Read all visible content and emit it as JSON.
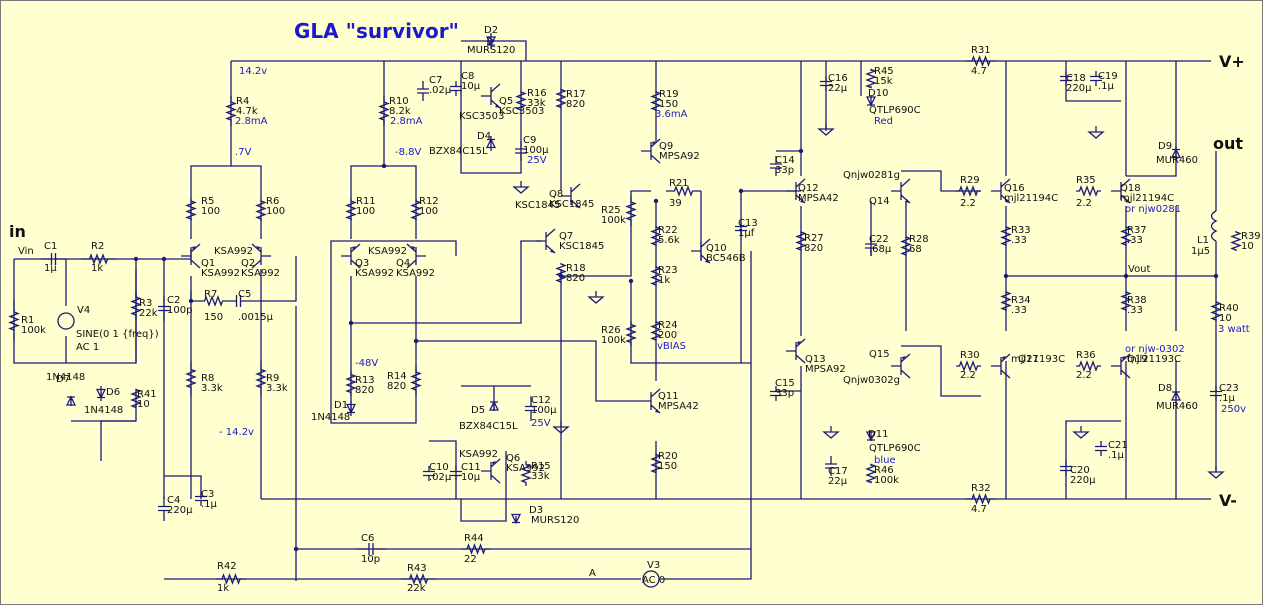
{
  "title": "GLA \"survivor\"",
  "ports": {
    "in": "in",
    "out": "out",
    "vplus": "V+",
    "vminus": "V-",
    "vin": "Vin",
    "vout": "Vout",
    "vbias": "vBIAS",
    "node_a": "A"
  },
  "voltages": {
    "v14": "14.2v",
    "v07": ".7V",
    "vn88": "-8.8V",
    "vn48": "-48V",
    "vn142": "- 14.2v",
    "ma28a": "2.8mA",
    "ma28b": "2.8mA",
    "ma36": "3.6mA"
  },
  "notes": {
    "red": "Red",
    "blue": "blue",
    "or281": "or njw0281",
    "or302": "or njw-0302",
    "watt": "3 watt",
    "v250": "250v"
  },
  "parts": [
    {
      "ref": "C1",
      "val": "1µ"
    },
    {
      "ref": "R2",
      "val": "1k"
    },
    {
      "ref": "R1",
      "val": "100k"
    },
    {
      "ref": "V4",
      "val": "SINE(0 1 {freq})"
    },
    {
      "ref": "V4b",
      "val": "AC 1"
    },
    {
      "ref": "R3",
      "val": "22k"
    },
    {
      "ref": "C2",
      "val": "100p"
    },
    {
      "ref": "R7",
      "val": "150"
    },
    {
      "ref": "C5",
      "val": ".0015µ"
    },
    {
      "ref": "R4",
      "val": "4.7k"
    },
    {
      "ref": "R5",
      "val": "100"
    },
    {
      "ref": "R6",
      "val": "100"
    },
    {
      "ref": "Q1",
      "val": "KSA992"
    },
    {
      "ref": "Q2",
      "val": "KSA992"
    },
    {
      "ref": "R8",
      "val": "3.3k"
    },
    {
      "ref": "R9",
      "val": "3.3k"
    },
    {
      "ref": "D7",
      "val": "1N4148"
    },
    {
      "ref": "D6",
      "val": "1N4148"
    },
    {
      "ref": "R41",
      "val": "10"
    },
    {
      "ref": "C4",
      "val": "220µ"
    },
    {
      "ref": "C3",
      "val": ".1µ"
    },
    {
      "ref": "R42",
      "val": "1k"
    },
    {
      "ref": "R10",
      "val": "8.2k"
    },
    {
      "ref": "R11",
      "val": "100"
    },
    {
      "ref": "R12",
      "val": "100"
    },
    {
      "ref": "Q3",
      "val": "KSA992"
    },
    {
      "ref": "Q4",
      "val": "KSA992"
    },
    {
      "ref": "R13",
      "val": "820"
    },
    {
      "ref": "R14",
      "val": "820"
    },
    {
      "ref": "D1",
      "val": "1N4148"
    },
    {
      "ref": "C7",
      "val": ".02µ"
    },
    {
      "ref": "C8",
      "val": "10µ"
    },
    {
      "ref": "D2",
      "val": "MURS120"
    },
    {
      "ref": "Q5",
      "val": "KSC3503"
    },
    {
      "ref": "R16",
      "val": "33k"
    },
    {
      "ref": "D4",
      "val": "BZX84C15L"
    },
    {
      "ref": "C9",
      "val": "100µ"
    },
    {
      "ref": "C9v",
      "val": "25V"
    },
    {
      "ref": "R17",
      "val": "820"
    },
    {
      "ref": "Q8",
      "val": "KSC1845"
    },
    {
      "ref": "Q7",
      "val": "KSC1845"
    },
    {
      "ref": "R18",
      "val": "820"
    },
    {
      "ref": "D5",
      "val": "BZX84C15L"
    },
    {
      "ref": "C12",
      "val": "100µ"
    },
    {
      "ref": "C12v",
      "val": "25V"
    },
    {
      "ref": "Q6",
      "val": "KSA992"
    },
    {
      "ref": "C10",
      "val": ".02µ"
    },
    {
      "ref": "C11",
      "val": "10µ"
    },
    {
      "ref": "R15",
      "val": "33k"
    },
    {
      "ref": "D3",
      "val": "MURS120"
    },
    {
      "ref": "C6",
      "val": "10p"
    },
    {
      "ref": "R44",
      "val": "22"
    },
    {
      "ref": "R43",
      "val": "22k"
    },
    {
      "ref": "V3",
      "val": "AC 0"
    },
    {
      "ref": "R19",
      "val": "150"
    },
    {
      "ref": "Q9",
      "val": "MPSA92"
    },
    {
      "ref": "R21",
      "val": "39"
    },
    {
      "ref": "R25",
      "val": "100k"
    },
    {
      "ref": "R22",
      "val": "5.6k"
    },
    {
      "ref": "R23",
      "val": "1k"
    },
    {
      "ref": "R24",
      "val": "200"
    },
    {
      "ref": "R26",
      "val": "100k"
    },
    {
      "ref": "Q10",
      "val": "BC546B"
    },
    {
      "ref": "C13",
      "val": "1µf"
    },
    {
      "ref": "Q11",
      "val": "MPSA42"
    },
    {
      "ref": "R20",
      "val": "150"
    },
    {
      "ref": "C14",
      "val": "33p"
    },
    {
      "ref": "Q12",
      "val": "MPSA42"
    },
    {
      "ref": "R27",
      "val": "820"
    },
    {
      "ref": "Q13",
      "val": "MPSA92"
    },
    {
      "ref": "C15",
      "val": "33p"
    },
    {
      "ref": "C16",
      "val": "22µ"
    },
    {
      "ref": "R45",
      "val": "15k"
    },
    {
      "ref": "D10",
      "val": "QTLP690C"
    },
    {
      "ref": "D11",
      "val": "QTLP690C"
    },
    {
      "ref": "C17",
      "val": "22µ"
    },
    {
      "ref": "R46",
      "val": "100k"
    },
    {
      "ref": "Q14",
      "val": "Qnjw0281g"
    },
    {
      "ref": "C22",
      "val": ".68µ"
    },
    {
      "ref": "R28",
      "val": "68"
    },
    {
      "ref": "Q15",
      "val": "Qnjw0302g"
    },
    {
      "ref": "R29",
      "val": "2.2"
    },
    {
      "ref": "Q16",
      "val": "mjl21194C"
    },
    {
      "ref": "R33",
      "val": ".33"
    },
    {
      "ref": "R34",
      "val": ".33"
    },
    {
      "ref": "R30",
      "val": "2.2"
    },
    {
      "ref": "Q17",
      "val": "mjl21193C"
    },
    {
      "ref": "R31",
      "val": "4.7"
    },
    {
      "ref": "R32",
      "val": "4.7"
    },
    {
      "ref": "C18",
      "val": "220µ"
    },
    {
      "ref": "C19",
      "val": ".1µ"
    },
    {
      "ref": "C20",
      "val": "220µ"
    },
    {
      "ref": "C21",
      "val": ".1µ"
    },
    {
      "ref": "R35",
      "val": "2.2"
    },
    {
      "ref": "Q18",
      "val": "mjl21194C"
    },
    {
      "ref": "R37",
      "val": ".33"
    },
    {
      "ref": "R38",
      "val": ".33"
    },
    {
      "ref": "R36",
      "val": "2.2"
    },
    {
      "ref": "Q19",
      "val": "mjl21193C"
    },
    {
      "ref": "D9",
      "val": "MUR460"
    },
    {
      "ref": "D8",
      "val": "MUR460"
    },
    {
      "ref": "L1",
      "val": "1µ5"
    },
    {
      "ref": "R39",
      "val": "10"
    },
    {
      "ref": "R40",
      "val": "10"
    },
    {
      "ref": "C23",
      "val": ".1µ"
    }
  ]
}
